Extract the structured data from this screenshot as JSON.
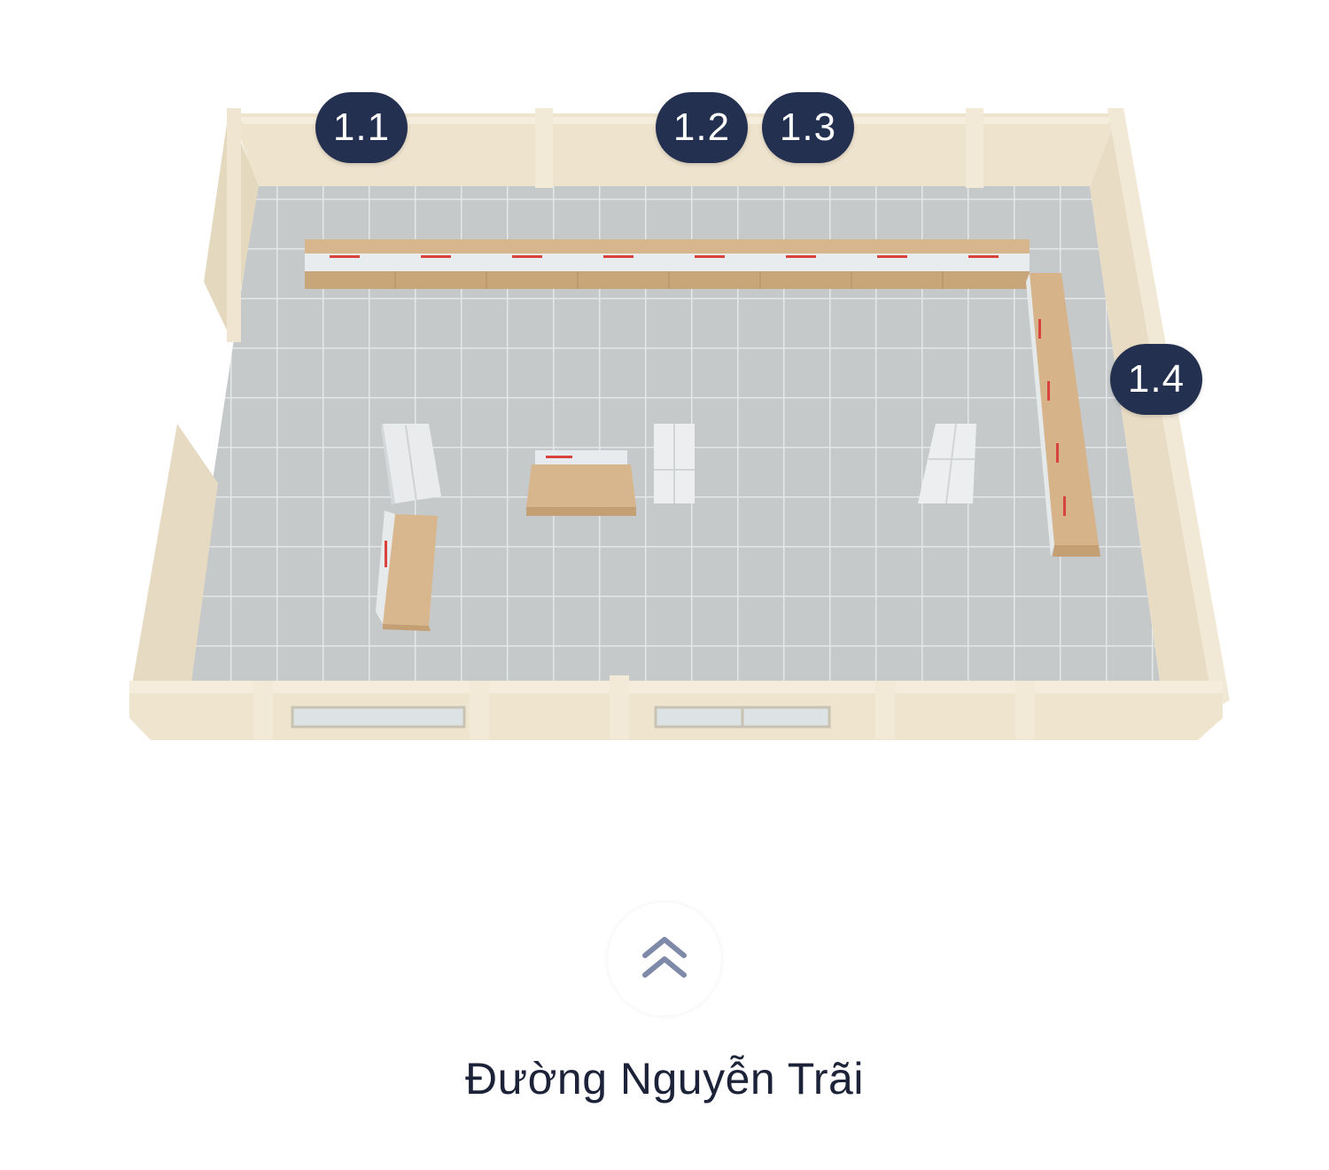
{
  "zones": [
    {
      "id": "1.1",
      "label": "1.1"
    },
    {
      "id": "1.2",
      "label": "1.2"
    },
    {
      "id": "1.3",
      "label": "1.3"
    },
    {
      "id": "1.4",
      "label": "1.4"
    }
  ],
  "scroll_button": {
    "icon": "double-chevron-up-icon"
  },
  "street_label": "Đường Nguyễn Trãi",
  "colors": {
    "badge_bg": "#24304f",
    "badge_text": "#ffffff",
    "chevron": "#7f8aa8",
    "street_text": "#1c2238",
    "wall": "#eadfc9",
    "floor": "#c9cccd"
  }
}
